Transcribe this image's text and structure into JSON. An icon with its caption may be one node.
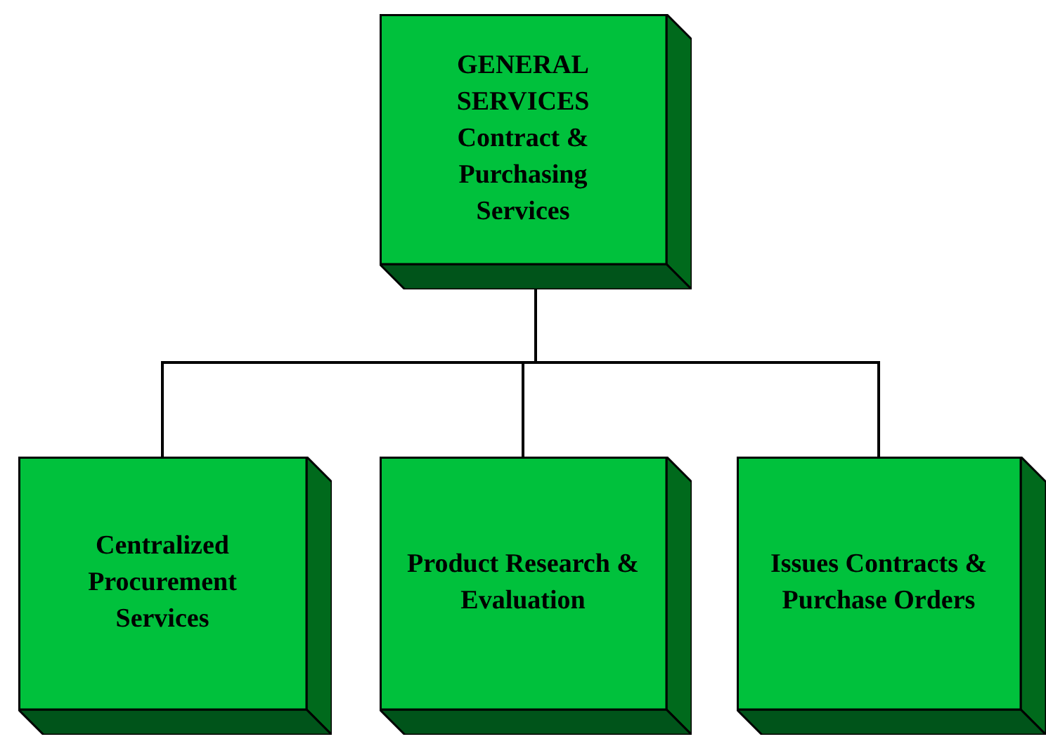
{
  "diagram": {
    "nodes": [
      {
        "text": [
          "GENERAL SERVICES",
          "Contract & Purchasing Services"
        ]
      },
      {
        "text": [
          "Centralized Procurement Services"
        ]
      },
      {
        "text": [
          "Product Research & Evaluation"
        ]
      },
      {
        "text": [
          "Issues Contracts & Purchase Orders"
        ]
      }
    ],
    "edges": [
      {
        "from": 0,
        "to": 1,
        "arrow": "none"
      },
      {
        "from": 0,
        "to": 2,
        "arrow": "none"
      },
      {
        "from": 0,
        "to": 3,
        "arrow": "none"
      }
    ]
  }
}
